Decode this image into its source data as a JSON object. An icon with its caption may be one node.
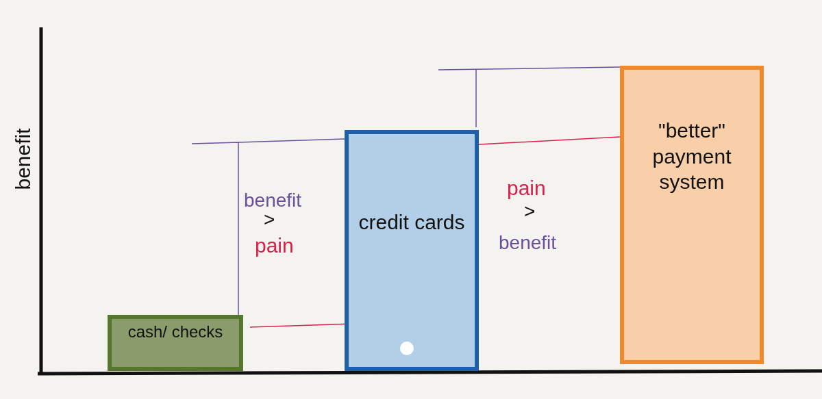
{
  "diagram": {
    "nodes": [
      {
        "text": [
          "cash/ checks"
        ]
      },
      {
        "text": [
          "credit cards"
        ]
      },
      {
        "text": [
          "\"better\" payment system"
        ]
      }
    ],
    "labels": [
      "benefit",
      "benefit",
      ">",
      "pain",
      "pain",
      ">",
      "benefit"
    ]
  }
}
